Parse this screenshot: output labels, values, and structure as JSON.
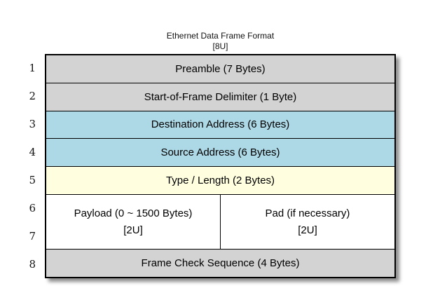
{
  "title": {
    "line1": "Ethernet Data Frame Format",
    "line2": "[8U]"
  },
  "unit_labels": [
    "1",
    "2",
    "3",
    "4",
    "5",
    "6",
    "7",
    "8"
  ],
  "rows": [
    {
      "label": "Preamble (7 Bytes)",
      "color": "#d3d3d3",
      "units": 1
    },
    {
      "label": "Start-of-Frame Delimiter (1 Byte)",
      "color": "#d3d3d3",
      "units": 1
    },
    {
      "label": "Destination Address (6 Bytes)",
      "color": "#add8e6",
      "units": 1
    },
    {
      "label": "Source Address (6 Bytes)",
      "color": "#add8e6",
      "units": 1
    },
    {
      "label": "Type / Length (2 Bytes)",
      "color": "#ffffe0",
      "units": 1
    },
    {
      "color": "#ffffff",
      "units": 2,
      "cells": [
        {
          "label": "Payload (0 ~ 1500 Bytes)",
          "sublabel": "[2U]"
        },
        {
          "label": "Pad (if necessary)",
          "sublabel": "[2U]"
        }
      ]
    },
    {
      "label": "Frame Check Sequence (4 Bytes)",
      "color": "#d3d3d3",
      "units": 1
    }
  ],
  "colors": {
    "header_rows": "#d3d3d3",
    "address_rows": "#add8e6",
    "type_length_row": "#ffffe0",
    "payload_row": "#ffffff",
    "border": "#000000"
  }
}
